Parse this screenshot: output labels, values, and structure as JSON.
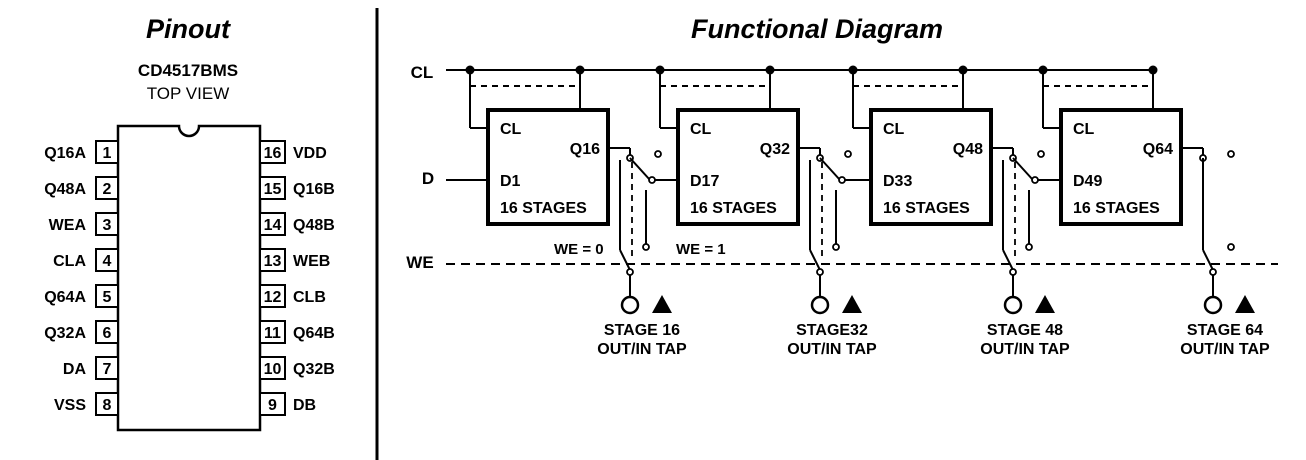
{
  "pinout": {
    "title": "Pinout",
    "part": "CD4517BMS",
    "view": "TOP VIEW",
    "left_pins": [
      {
        "num": "1",
        "name": "Q16A"
      },
      {
        "num": "2",
        "name": "Q48A"
      },
      {
        "num": "3",
        "name": "WEA"
      },
      {
        "num": "4",
        "name": "CLA"
      },
      {
        "num": "5",
        "name": "Q64A"
      },
      {
        "num": "6",
        "name": "Q32A"
      },
      {
        "num": "7",
        "name": "DA"
      },
      {
        "num": "8",
        "name": "VSS"
      }
    ],
    "right_pins": [
      {
        "num": "16",
        "name": "VDD"
      },
      {
        "num": "15",
        "name": "Q16B"
      },
      {
        "num": "14",
        "name": "Q48B"
      },
      {
        "num": "13",
        "name": "WEB"
      },
      {
        "num": "12",
        "name": "CLB"
      },
      {
        "num": "11",
        "name": "Q64B"
      },
      {
        "num": "10",
        "name": "Q32B"
      },
      {
        "num": "9",
        "name": "DB"
      }
    ]
  },
  "functional": {
    "title": "Functional Diagram",
    "signals": {
      "clock": "CL",
      "data": "D",
      "write_enable": "WE"
    },
    "switch_labels": {
      "we0": "WE = 0",
      "we1": "WE = 1"
    },
    "stages": [
      {
        "clock_pin": "CL",
        "input": "D1",
        "output": "Q16",
        "size": "16 STAGES",
        "tap_line1": "STAGE 16",
        "tap_line2": "OUT/IN TAP"
      },
      {
        "clock_pin": "CL",
        "input": "D17",
        "output": "Q32",
        "size": "16 STAGES",
        "tap_line1": "STAGE32",
        "tap_line2": "OUT/IN TAP"
      },
      {
        "clock_pin": "CL",
        "input": "D33",
        "output": "Q48",
        "size": "16 STAGES",
        "tap_line1": "STAGE 48",
        "tap_line2": "OUT/IN TAP"
      },
      {
        "clock_pin": "CL",
        "input": "D49",
        "output": "Q64",
        "size": "16 STAGES",
        "tap_line1": "STAGE 64",
        "tap_line2": "OUT/IN TAP"
      }
    ]
  }
}
